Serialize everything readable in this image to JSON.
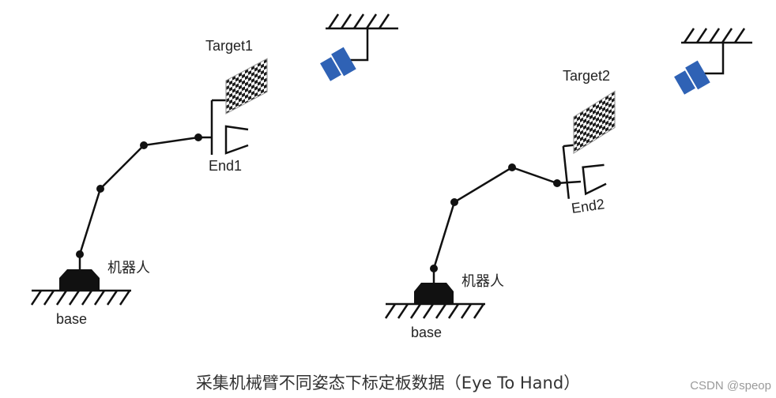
{
  "left_scene": {
    "target_label": "Target1",
    "end_label": "End1",
    "robot_label": "机器人",
    "base_label": "base"
  },
  "right_scene": {
    "target_label": "Target2",
    "end_label": "End2",
    "robot_label": "机器人",
    "base_label": "base"
  },
  "caption": "采集机械臂不同姿态下标定板数据（Eye To Hand）",
  "watermark": "CSDN @speop",
  "colors": {
    "line": "#111111",
    "camera": "#2f62b5",
    "checker_dark": "#1a1a1a",
    "board_border": "#999999"
  },
  "icons": [
    "camera-icon",
    "calibration-board-icon",
    "gripper-icon",
    "ground-hatch-icon"
  ]
}
